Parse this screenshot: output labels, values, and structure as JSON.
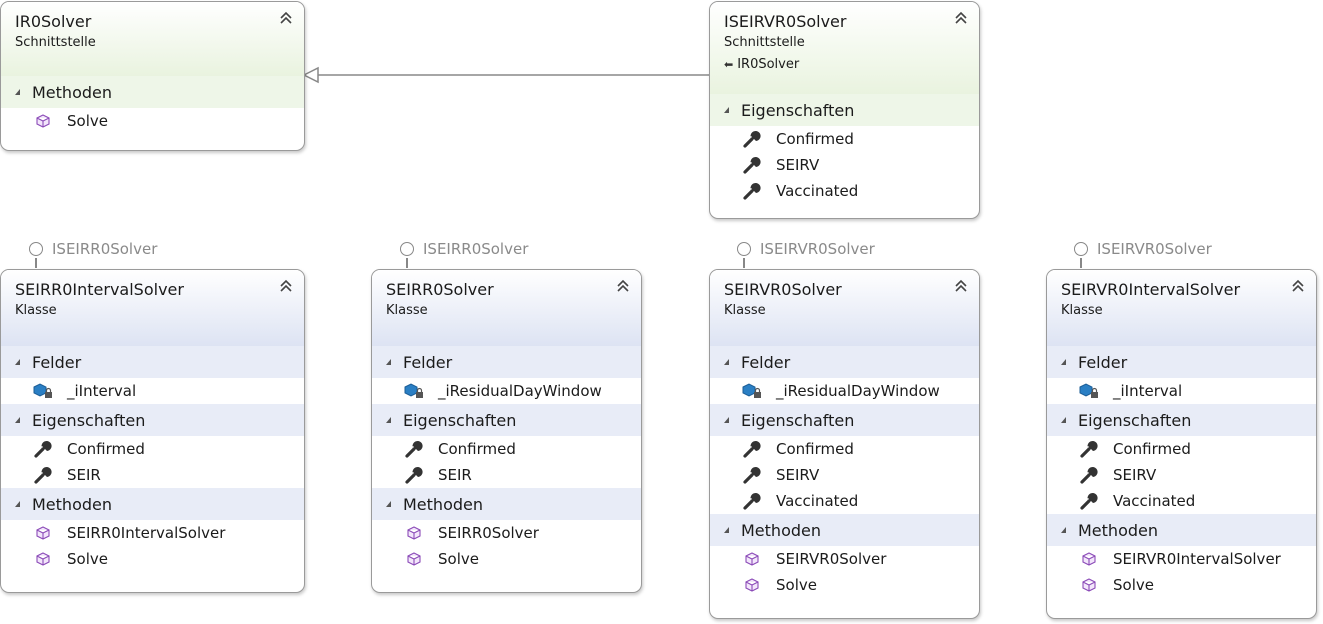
{
  "labels": {
    "interface": "Schnittstelle",
    "class": "Klasse"
  },
  "colors": {
    "interface_header": "#e9f3df",
    "class_header": "#dde3f3",
    "connector": "#888888"
  },
  "icons": {
    "collapse": "double-chevron-up-icon",
    "method": "cube-method-icon",
    "property": "wrench-property-icon",
    "field": "locked-field-icon"
  },
  "ir0solver": {
    "name": "IR0Solver",
    "sections": [
      {
        "title": "Methoden",
        "members": [
          "Solve"
        ]
      }
    ]
  },
  "iseirvr0solver": {
    "name": "ISEIRVR0Solver",
    "inherits": "IR0Solver",
    "sections": [
      {
        "title": "Eigenschaften",
        "members": [
          "Confirmed",
          "SEIRV",
          "Vaccinated"
        ]
      }
    ]
  },
  "seirr0intervalsolver": {
    "name": "SEIRR0IntervalSolver",
    "implements": "ISEIRR0Solver",
    "sections": [
      {
        "title": "Felder",
        "members": [
          "_iInterval"
        ]
      },
      {
        "title": "Eigenschaften",
        "members": [
          "Confirmed",
          "SEIR"
        ]
      },
      {
        "title": "Methoden",
        "members": [
          "SEIRR0IntervalSolver",
          "Solve"
        ]
      }
    ]
  },
  "seirr0solver": {
    "name": "SEIRR0Solver",
    "implements": "ISEIRR0Solver",
    "sections": [
      {
        "title": "Felder",
        "members": [
          "_iResidualDayWindow"
        ]
      },
      {
        "title": "Eigenschaften",
        "members": [
          "Confirmed",
          "SEIR"
        ]
      },
      {
        "title": "Methoden",
        "members": [
          "SEIRR0Solver",
          "Solve"
        ]
      }
    ]
  },
  "seirvr0solver": {
    "name": "SEIRVR0Solver",
    "implements": "ISEIRVR0Solver",
    "sections": [
      {
        "title": "Felder",
        "members": [
          "_iResidualDayWindow"
        ]
      },
      {
        "title": "Eigenschaften",
        "members": [
          "Confirmed",
          "SEIRV",
          "Vaccinated"
        ]
      },
      {
        "title": "Methoden",
        "members": [
          "SEIRVR0Solver",
          "Solve"
        ]
      }
    ]
  },
  "seirvr0intervalsolver": {
    "name": "SEIRVR0IntervalSolver",
    "implements": "ISEIRVR0Solver",
    "sections": [
      {
        "title": "Felder",
        "members": [
          "_iInterval"
        ]
      },
      {
        "title": "Eigenschaften",
        "members": [
          "Confirmed",
          "SEIRV",
          "Vaccinated"
        ]
      },
      {
        "title": "Methoden",
        "members": [
          "SEIRVR0IntervalSolver",
          "Solve"
        ]
      }
    ]
  }
}
